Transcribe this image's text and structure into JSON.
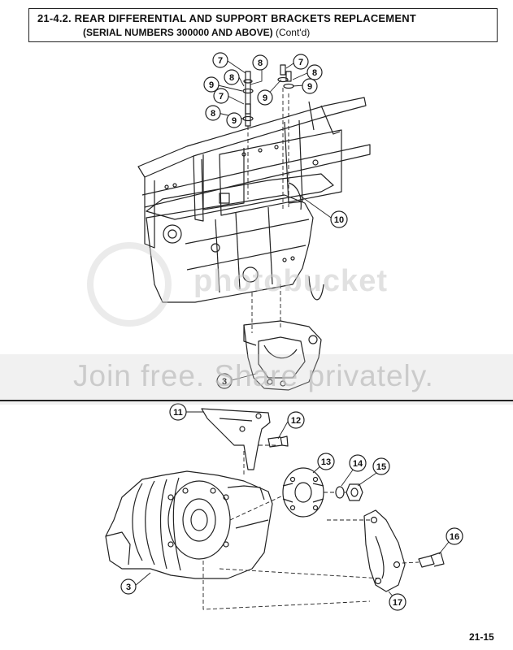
{
  "header": {
    "title": "21-4.2. REAR DIFFERENTIAL AND SUPPORT BRACKETS REPLACEMENT",
    "subtitle": "(SERIAL NUMBERS 300000 AND ABOVE)",
    "continued": "(Cont'd)"
  },
  "callouts": {
    "c7a": "7",
    "c7b": "7",
    "c7c": "7",
    "c8a": "8",
    "c8b": "8",
    "c8c": "8",
    "c8d": "8",
    "c9a": "9",
    "c9b": "9",
    "c9c": "9",
    "c9d": "9",
    "c10": "10",
    "c3a": "3",
    "c11": "11",
    "c12": "12",
    "c13": "13",
    "c14": "14",
    "c15": "15",
    "c16": "16",
    "c17": "17",
    "c3b": "3"
  },
  "watermark": {
    "brand": "photobucket",
    "tagline": "Join free. Share privately."
  },
  "page_number": "21-15"
}
